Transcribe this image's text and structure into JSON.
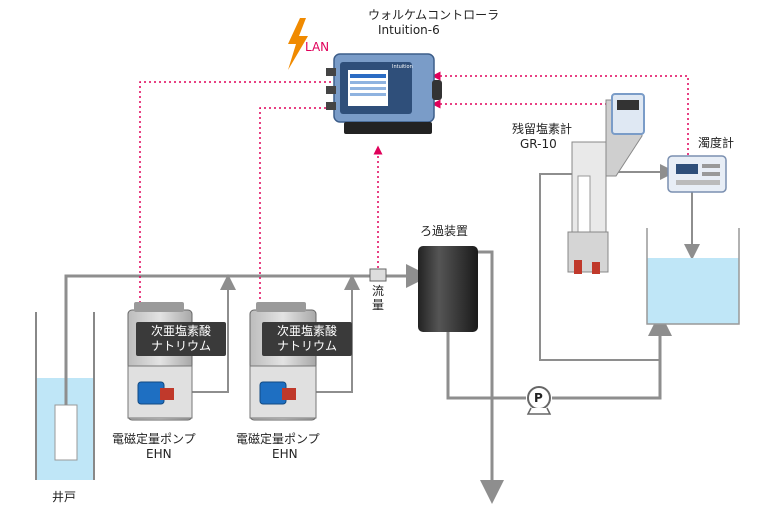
{
  "controller": {
    "name": "ウォルケムコントローラ",
    "model": "Intuition-6",
    "lan": "LAN",
    "screen_brand": "Intuition"
  },
  "chlorine_meter": {
    "name": "残留塩素計",
    "model": "GR-10"
  },
  "turbidity_meter": {
    "name": "濁度計"
  },
  "filter": {
    "name": "ろ過装置"
  },
  "flow_meter": {
    "name_line1": "流",
    "name_line2": "量"
  },
  "pump_1": {
    "chemical_line1": "次亜塩素酸",
    "chemical_line2": "ナトリウム",
    "name": "電磁定量ポンプ",
    "model": "EHN"
  },
  "pump_2": {
    "chemical_line1": "次亜塩素酸",
    "chemical_line2": "ナトリウム",
    "name": "電磁定量ポンプ",
    "model": "EHN"
  },
  "well": {
    "name": "井戸"
  },
  "circulation_pump": {
    "symbol": "P"
  },
  "colors": {
    "pipe": "#8e8e8e",
    "signal": "#e0005a",
    "water": "#bfe6f7",
    "lightning": "#f08a00",
    "controller": "#7a9cc8"
  }
}
